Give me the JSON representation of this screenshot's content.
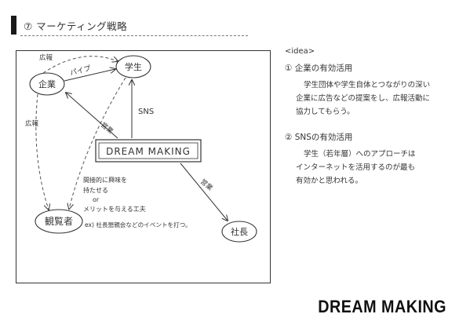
{
  "header": {
    "title": "⑦ マーケティング戦略"
  },
  "diagram": {
    "center_box": "DREAM MAKING",
    "nodes": {
      "company": "企業",
      "student": "学生",
      "visitor": "観覧者",
      "president": "社長"
    },
    "edge_labels": {
      "pipe": "パイプ",
      "pr_top": "広報",
      "pr_left": "広報",
      "sns": "SNS",
      "sales_left": "営業",
      "sales_right": "営業"
    },
    "annotation": {
      "line1": "間接的に興味を",
      "line2": "持たせる",
      "line3": "or",
      "line4": "メリットを与える工夫",
      "line5": "ex) 社長懇親会などのイベントを打つ。"
    }
  },
  "notes": {
    "idea": "<idea>",
    "item1": {
      "heading": "① 企業の有効活用",
      "lines": [
        "学生団体や学生自体とつながりの深い",
        "企業に広告などの提案をし、広報活動に",
        "協力してもらう。"
      ]
    },
    "item2": {
      "heading": "② SNSの有効活用",
      "lines": [
        "学生（若年層）へのアプローチは",
        "インターネットを活用するのが最も",
        "有効かと思われる。"
      ]
    }
  },
  "footer": {
    "brand": "DREAM MAKING"
  }
}
